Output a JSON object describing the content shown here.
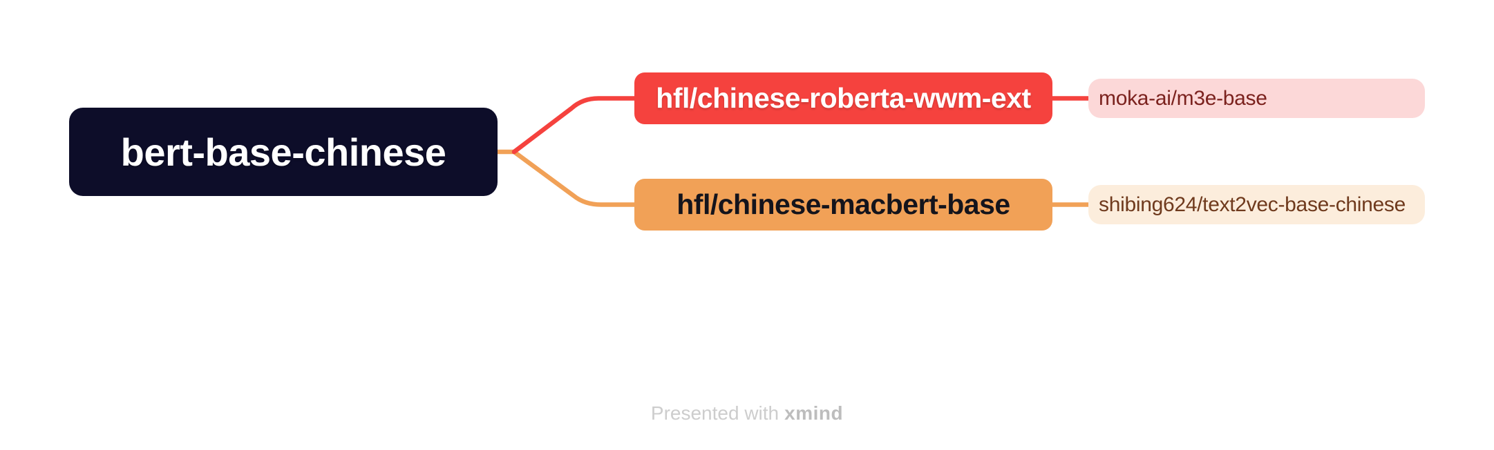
{
  "mindmap": {
    "root": {
      "label": "bert-base-chinese",
      "bg_color": "#0D0D29",
      "text_color": "#FFFFFF"
    },
    "branches": [
      {
        "label": "hfl/chinese-roberta-wwm-ext",
        "bg_color": "#F5423E",
        "text_color": "#FFFFFF",
        "line_color": "#F5423E",
        "children": [
          {
            "label": "moka-ai/m3e-base",
            "bg_color": "#FCD8D8",
            "text_color": "#7B221E"
          }
        ]
      },
      {
        "label": "hfl/chinese-macbert-base",
        "bg_color": "#F1A157",
        "text_color": "#14141C",
        "line_color": "#F1A157",
        "children": [
          {
            "label": "shibing624/text2vec-base-chinese",
            "bg_color": "#FCEDDC",
            "text_color": "#6F3A1D"
          }
        ]
      }
    ]
  },
  "watermark": {
    "prefix": "Presented with",
    "brand": "xmind",
    "color": "#CDCDCD"
  }
}
